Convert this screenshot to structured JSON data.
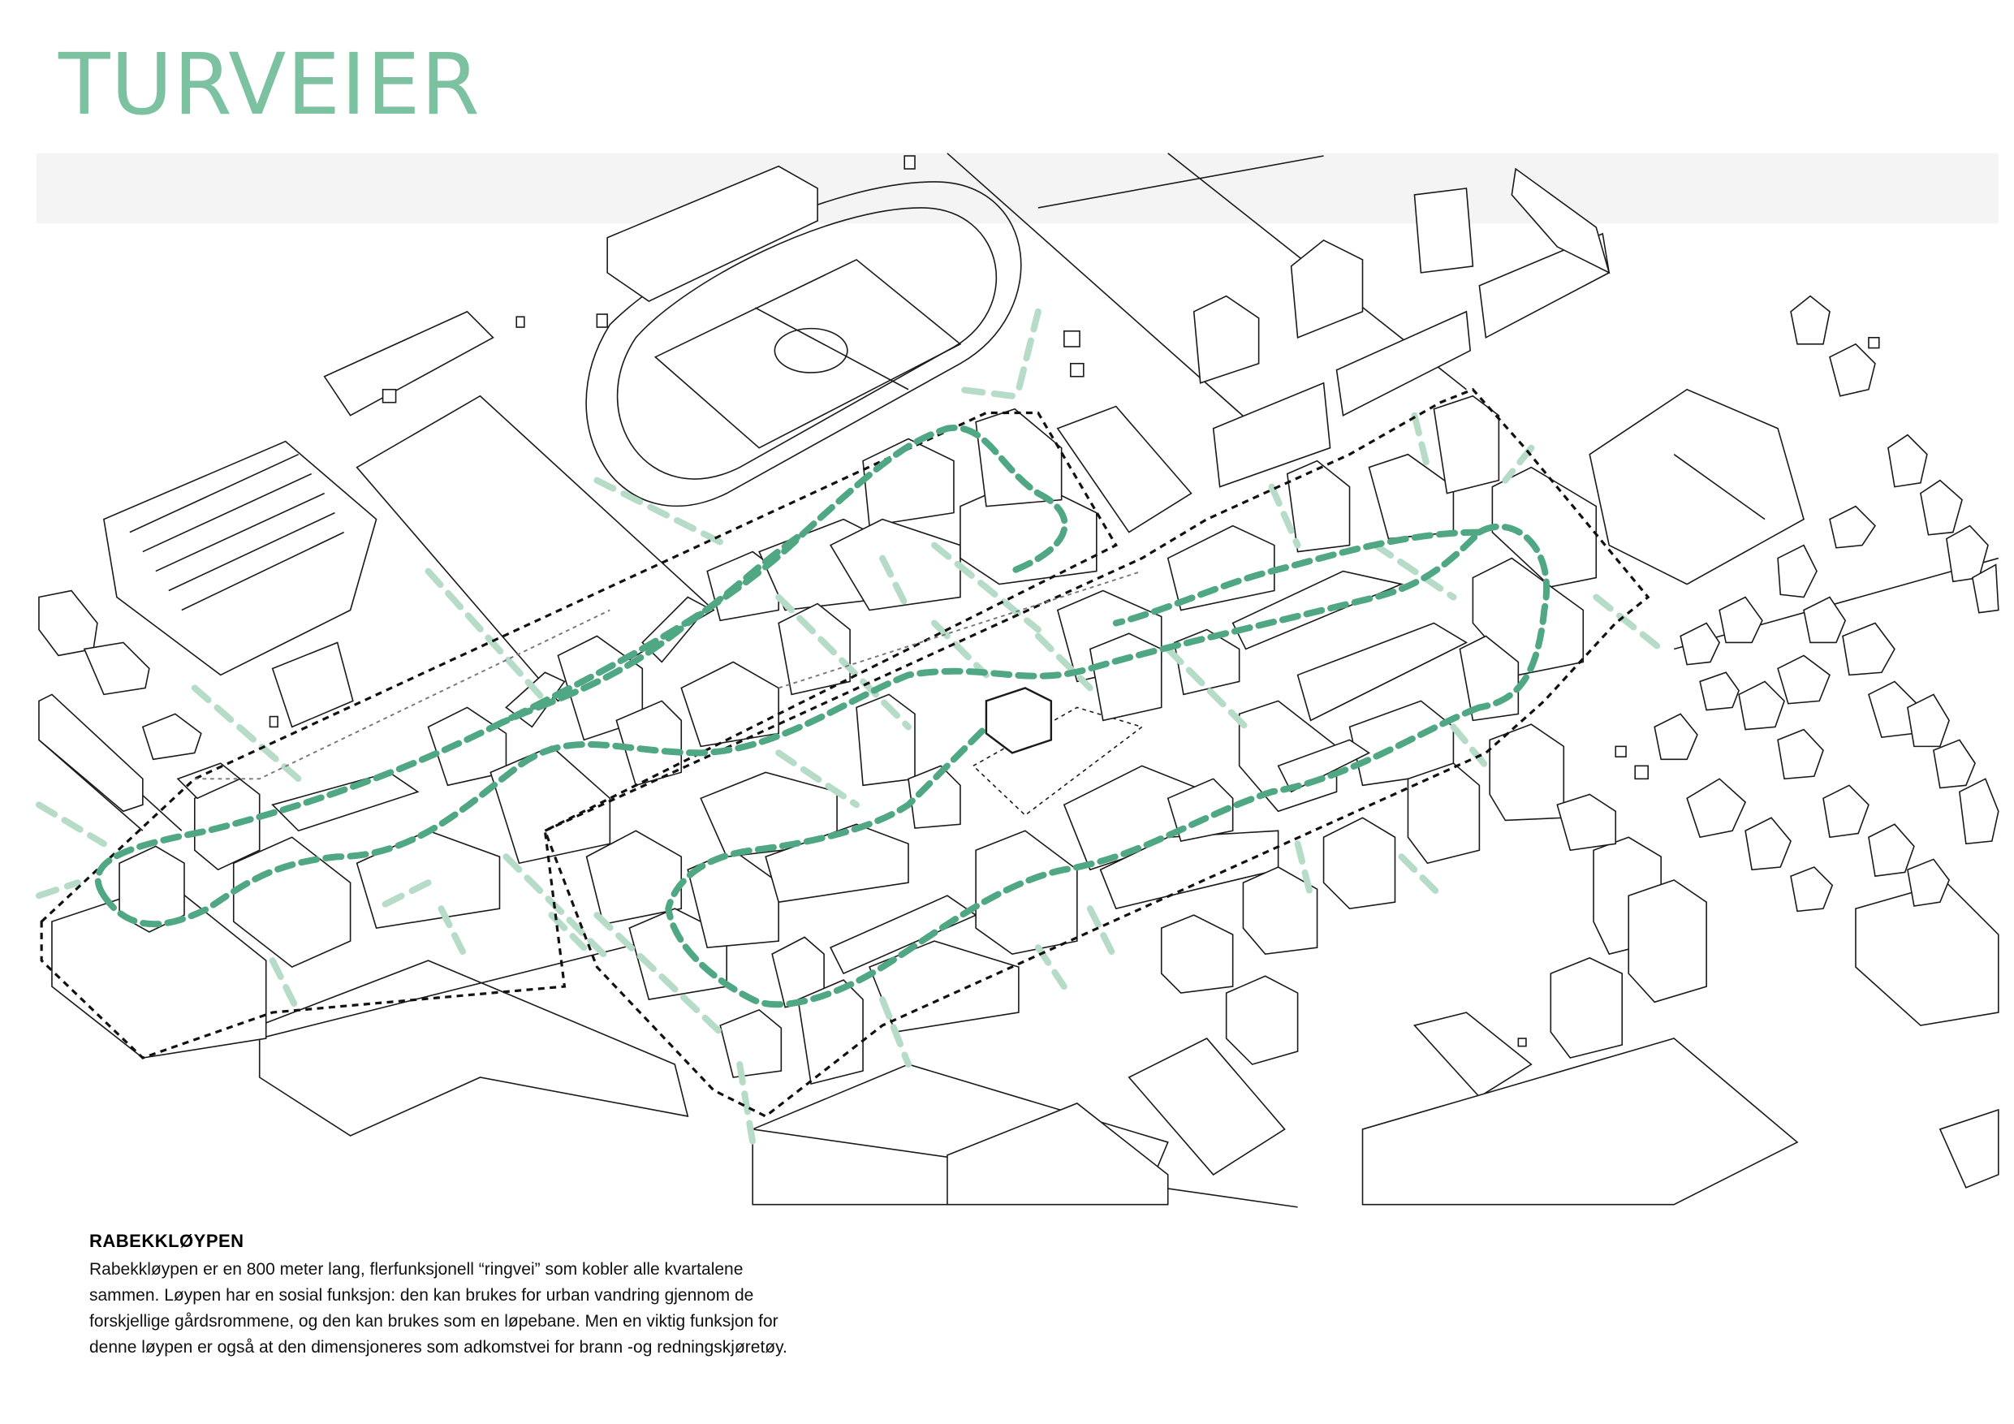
{
  "title": "TURVEIER",
  "colors": {
    "title": "#7cc2a1",
    "trail_main": "#4fa783",
    "trail_secondary": "#b6dcc8",
    "site_boundary": "#111111",
    "building_line": "#1a1a1a",
    "band": "#f4f4f4"
  },
  "caption": {
    "heading": "RABEKKLØYPEN",
    "lines": [
      "Rabekkløypen er en 800 meter lang, flerfunksjonell “ringvei” som kobler alle kvartalene",
      "sammen. Løypen har en sosial funksjon: den kan brukes for urban vandring gjennom de",
      "forskjellige gårdsrommene, og den kan brukes som en løpebane. Men en viktig funksjon for",
      "denne løypen er også at den dimensjoneres som adkomstvei for brann -og redningskjøretøy."
    ]
  }
}
